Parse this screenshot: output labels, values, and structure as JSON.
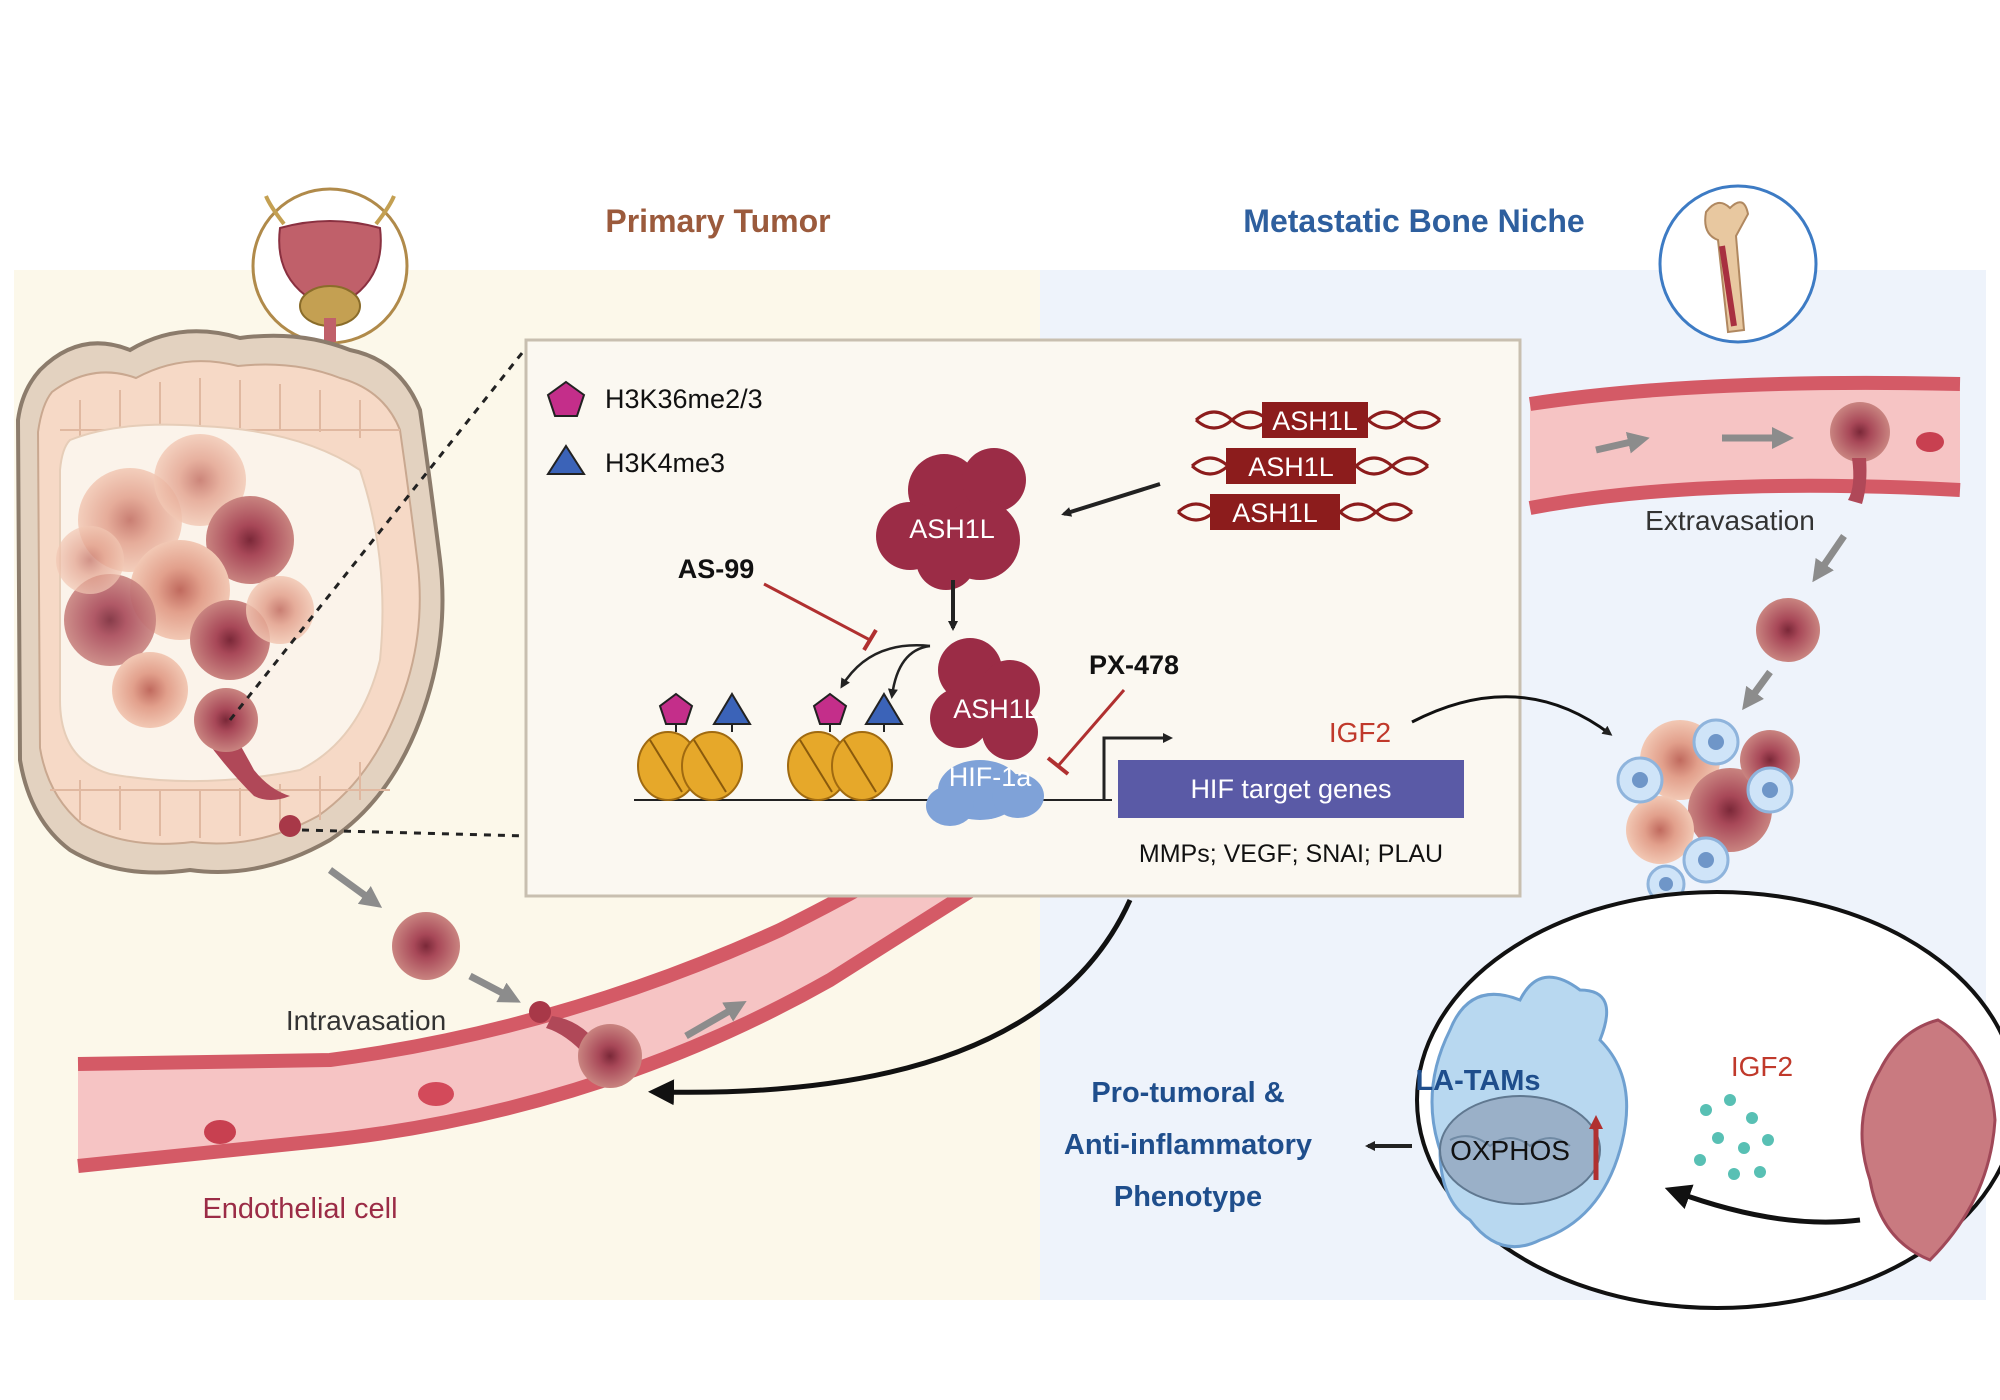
{
  "headers": {
    "primary_tumor": "Primary Tumor",
    "metastatic_niche": "Metastatic Bone Niche"
  },
  "legend": {
    "h3k36": "H3K36me2/3",
    "h3k4": "H3K4me3"
  },
  "inset": {
    "gene_labels": [
      "ASH1L",
      "ASH1L",
      "ASH1L"
    ],
    "protein_label": "ASH1L",
    "protein_bound_label": "ASH1L",
    "hif_label": "HIF-1a",
    "inhibitor_1": "AS-99",
    "inhibitor_2": "PX-478",
    "target_box": "HIF target genes",
    "targets_list": "MMPs; VEGF; SNAI; PLAU",
    "igf2": "IGF2"
  },
  "steps": {
    "intravasation": "Intravasation",
    "extravasation": "Extravasation",
    "endothelial": "Endothelial cell"
  },
  "niche": {
    "la_tams": "LA-TAMs",
    "oxphos": "OXPHOS",
    "igf2": "IGF2",
    "phenotype": [
      "Pro-tumoral &",
      "Anti-inflammatory",
      "Phenotype"
    ]
  },
  "colors": {
    "primary_header": "#9b5a3c",
    "metastatic_header": "#2e5f9e",
    "left_bg": "#fcf8ea",
    "right_bg": "#eef3fb",
    "vessel": "#f3b8bb",
    "tumor": "#a4404f",
    "ash1l": "#9b2c46",
    "dna_box": "#8c1c1c",
    "hif": "#7fa2d8",
    "target_box": "#5a5aa6",
    "inhibitor": "#c0392b",
    "igf2": "#c0392b",
    "phenotype": "#1f4e8c",
    "macrophage": "#b8d8f0"
  }
}
